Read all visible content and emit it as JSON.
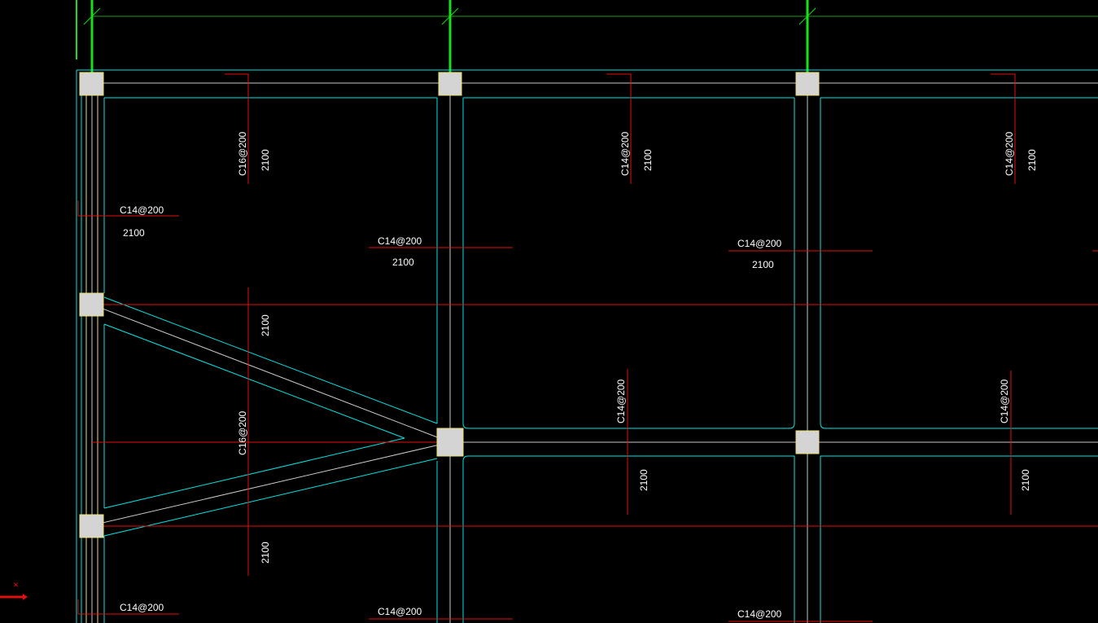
{
  "drawing": {
    "rebar_labels": [
      {
        "name": "label-c16-200-top-left",
        "text": "C16@200"
      },
      {
        "name": "label-2100-top-left-v",
        "text": "2100"
      },
      {
        "name": "label-c14-200-top-mid",
        "text": "C14@200"
      },
      {
        "name": "label-2100-top-mid-v",
        "text": "2100"
      },
      {
        "name": "label-c14-200-top-right",
        "text": "C14@200"
      },
      {
        "name": "label-2100-top-right-v",
        "text": "2100"
      },
      {
        "name": "label-c14-200-left-h",
        "text": "C14@200"
      },
      {
        "name": "label-2100-left-h",
        "text": "2100"
      },
      {
        "name": "label-c14-200-mid-h",
        "text": "C14@200"
      },
      {
        "name": "label-2100-mid-h",
        "text": "2100"
      },
      {
        "name": "label-c14-200-right-h",
        "text": "C14@200"
      },
      {
        "name": "label-2100-right-h",
        "text": "2100"
      },
      {
        "name": "label-2100-left-mid-v",
        "text": "2100"
      },
      {
        "name": "label-c16-200-left-mid-v",
        "text": "C16@200"
      },
      {
        "name": "label-2100-left-low-v",
        "text": "2100"
      },
      {
        "name": "label-c14-200-center-v",
        "text": "C14@200"
      },
      {
        "name": "label-2100-center-low-v",
        "text": "2100"
      },
      {
        "name": "label-c14-200-right-v",
        "text": "C14@200"
      },
      {
        "name": "label-2100-right-low-v",
        "text": "2100"
      },
      {
        "name": "label-c14-200-bottom-left",
        "text": "C14@200"
      },
      {
        "name": "label-c14-200-bottom-mid",
        "text": "C14@200"
      },
      {
        "name": "label-c14-200-bottom-right",
        "text": "C14@200"
      }
    ],
    "colors": {
      "background": "#000000",
      "beam_outline": "#00e5e5",
      "rebar": "#e01010",
      "axis": "#18e018",
      "column_fill": "#d4d4d4",
      "column_border": "#e8e070",
      "centerline": "#c8c8c8",
      "text": "#ffffff"
    }
  }
}
